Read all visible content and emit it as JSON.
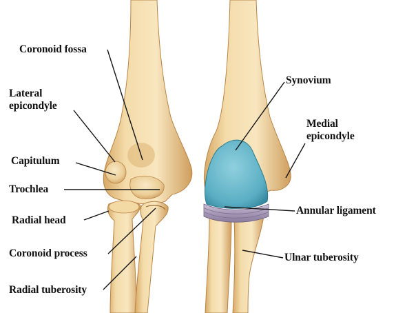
{
  "colors": {
    "bone_light": "#f6e0b2",
    "bone_mid": "#e9c98c",
    "bone_shadow": "#c9985a",
    "synovium": "#63b7c9",
    "synovium_dark": "#2f7f96",
    "ligament": "#a99db7",
    "leader": "#151515",
    "text": "#111111"
  },
  "labels": {
    "coronoid_fossa": "Coronoid fossa",
    "lateral_epicondyle": [
      "Lateral",
      "epicondyle"
    ],
    "capitulum": "Capitulum",
    "trochlea": "Trochlea",
    "radial_head": "Radial head",
    "coronoid_process": "Coronoid process",
    "radial_tuberosity": "Radial tuberosity",
    "synovium": "Synovium",
    "medial_epicondyle": [
      "Medial",
      "epicondyle"
    ],
    "annular_ligament": "Annular ligament",
    "ulnar_tuberosity": "Ulnar tuberosity"
  }
}
